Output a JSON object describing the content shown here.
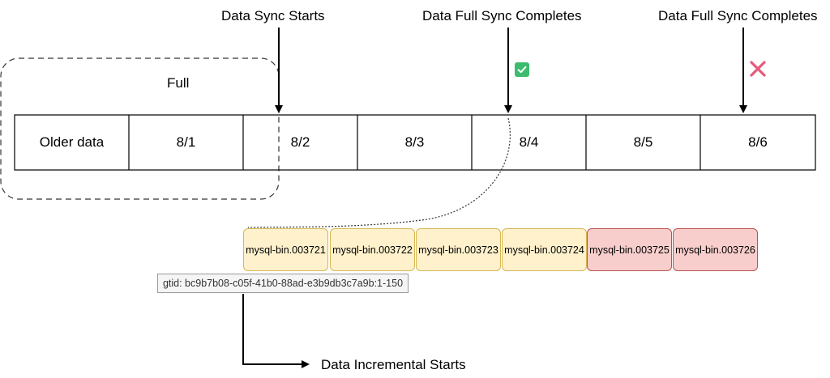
{
  "labels": {
    "sync_starts": "Data Sync Starts",
    "full_sync_completes_1": "Data Full Sync Completes",
    "full_sync_completes_2": "Data Full Sync Completes",
    "full": "Full",
    "incremental_starts": "Data Incremental Starts"
  },
  "timeline": {
    "cells": [
      "Older data",
      "8/1",
      "8/2",
      "8/3",
      "8/4",
      "8/5",
      "8/6"
    ]
  },
  "binlogs": {
    "files": [
      {
        "name": "mysql-bin.003721",
        "status": "pending"
      },
      {
        "name": "mysql-bin.003722",
        "status": "pending"
      },
      {
        "name": "mysql-bin.003723",
        "status": "pending"
      },
      {
        "name": "mysql-bin.003724",
        "status": "pending"
      },
      {
        "name": "mysql-bin.003725",
        "status": "missing"
      },
      {
        "name": "mysql-bin.003726",
        "status": "missing"
      }
    ],
    "gtid": "gtid: bc9b7b08-c05f-41b0-88ad-e3b9db3c7a9b:1-150"
  },
  "status_icons": {
    "success": "check-icon",
    "failure": "cross-icon"
  },
  "colors": {
    "success": "#3dbb6f",
    "failure": "#e85a7a",
    "binlog_ok_fill": "#fff1cc",
    "binlog_ok_border": "#d6b656",
    "binlog_bad_fill": "#f8cecc",
    "binlog_bad_border": "#b85450"
  }
}
